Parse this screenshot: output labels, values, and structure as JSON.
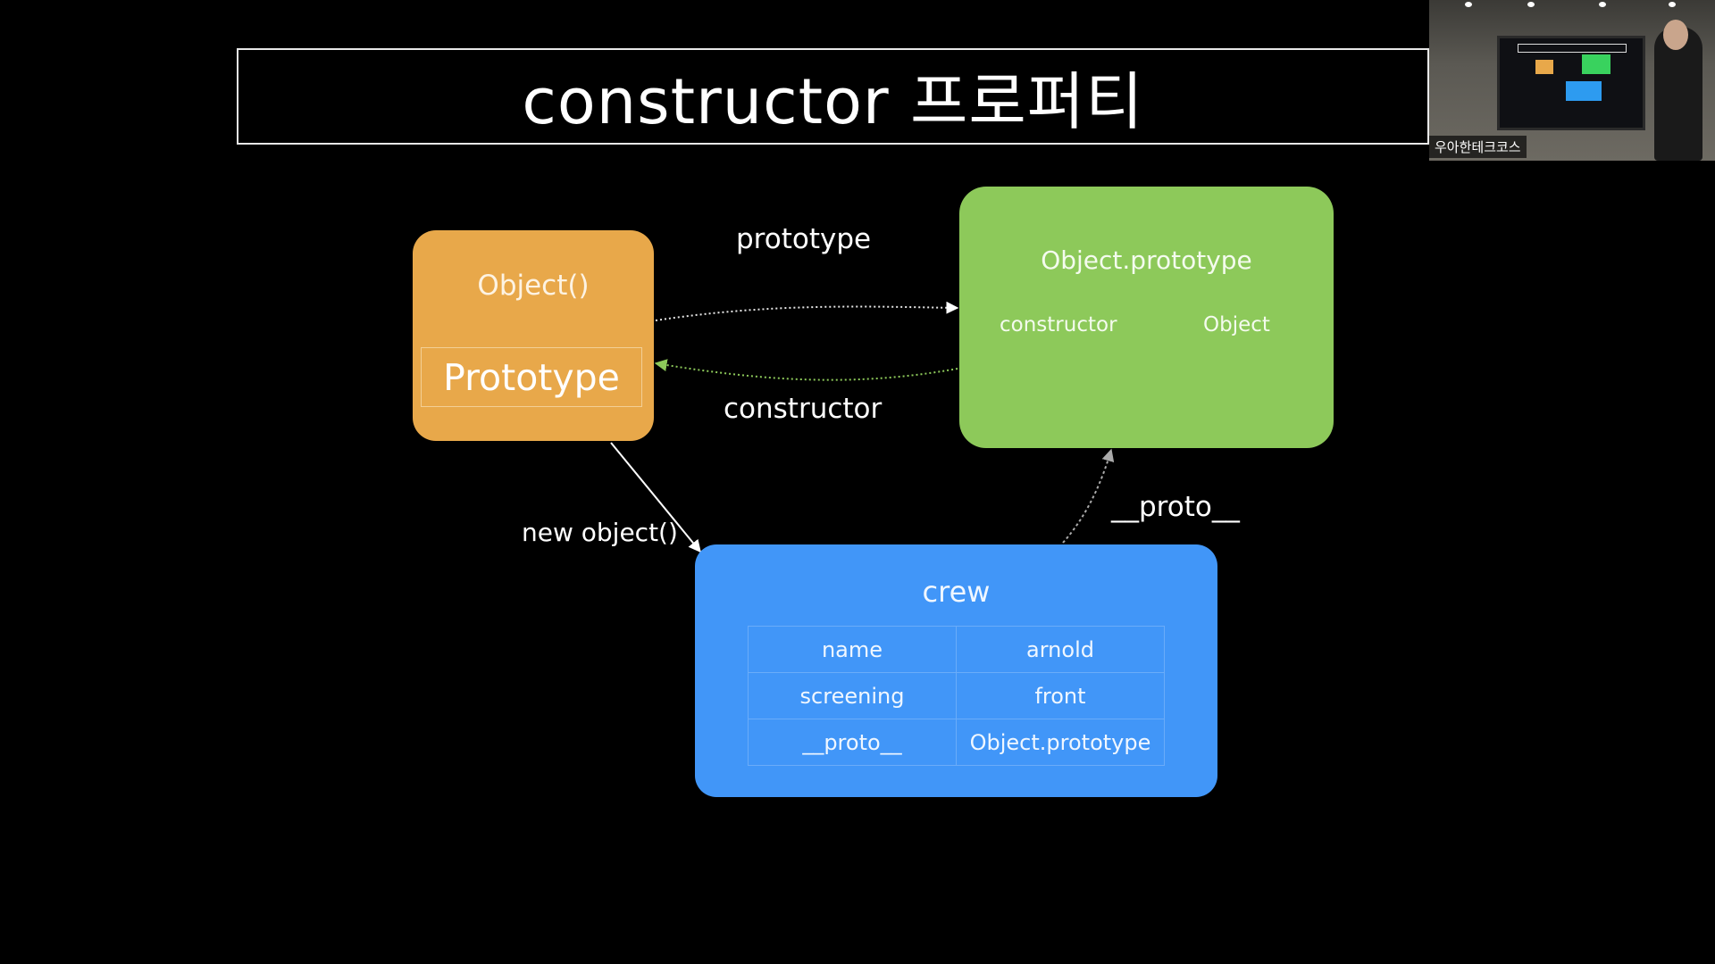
{
  "slide": {
    "title": "constructor 프로퍼티"
  },
  "nodes": {
    "object_fn": {
      "label": "Object()",
      "inner_label": "Prototype"
    },
    "object_prototype": {
      "label": "Object.prototype",
      "prop_key": "constructor",
      "prop_value": "Object"
    },
    "crew": {
      "label": "crew",
      "rows": [
        {
          "key": "name",
          "value": "arnold"
        },
        {
          "key": "screening",
          "value": "front"
        },
        {
          "key": "__proto__",
          "value": "Object.prototype"
        }
      ]
    }
  },
  "edges": {
    "prototype": "prototype",
    "constructor": "constructor",
    "new_object": "new object()",
    "proto": "__proto__"
  },
  "webcam": {
    "caption": "우아한테크코스"
  },
  "colors": {
    "object_fn": "#e8a84a",
    "object_prototype": "#8dc95a",
    "crew": "#4196f8"
  }
}
